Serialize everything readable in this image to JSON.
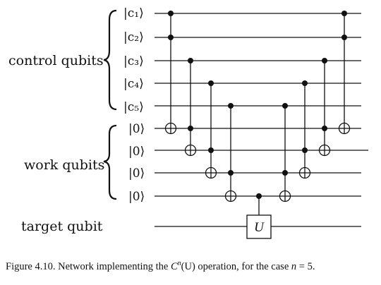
{
  "figure": {
    "groups": {
      "control": "control qubits",
      "work": "work qubits",
      "target": "target qubit"
    },
    "wire_labels": [
      "|c₁⟩",
      "|c₂⟩",
      "|c₃⟩",
      "|c₄⟩",
      "|c₅⟩",
      "|0⟩",
      "|0⟩",
      "|0⟩",
      "|0⟩"
    ],
    "gate_label": "U"
  },
  "caption": {
    "prefix": "Figure 4.10. Network implementing the ",
    "op_base": "C",
    "op_sup": "n",
    "op_arg": "(U)",
    "middle": " operation, for the case ",
    "var": "n",
    "suffix": " = 5."
  }
}
